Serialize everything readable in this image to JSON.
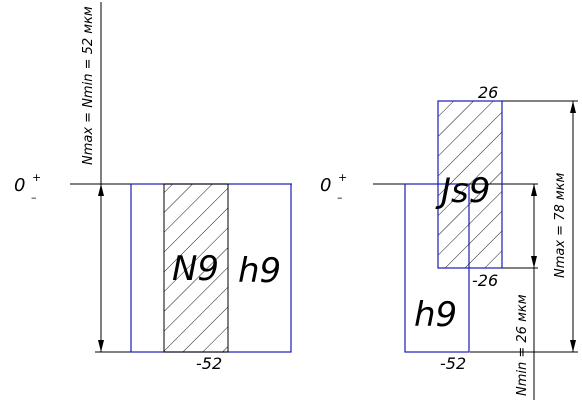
{
  "zero_line": {
    "left_zero": "0",
    "left_plus": "+",
    "left_minus": "–",
    "right_zero": "0",
    "right_plus": "+",
    "right_minus": "–"
  },
  "left_fit": {
    "hole_label": "N9",
    "shaft_label": "h9",
    "bottom_value": "-52",
    "n_equal_label": "Nmax = Nmin = 52 мкм"
  },
  "right_fit": {
    "hole_label": "Js9",
    "shaft_label": "h9",
    "upper_value": "26",
    "lower_hole_value": "-26",
    "bottom_value": "-52",
    "nmax_label": "Nmax = 78 мкм",
    "nmin_label": "Nmin = 26 мкм"
  },
  "colors": {
    "line": "#000000",
    "box": "#1a1ab8"
  }
}
